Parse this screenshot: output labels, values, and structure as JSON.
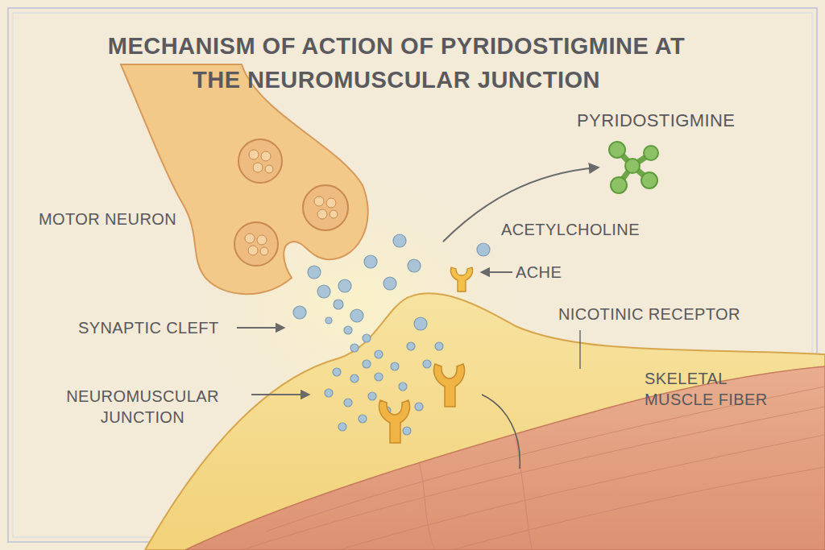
{
  "diagram": {
    "title": "MECHANISM OF ACTION OF PYRIDOSTIGMINE AT THE NEUROMUSCULAR JUNCTION",
    "labels": [
      "PYRIDOSTIGMINE",
      "MOTOR NEURON",
      "ACETYLCHOLINE",
      "ACHE",
      "NICOTINIC RECEPTOR",
      "SYNAPTIC CLEFT",
      "SKELETAL MUSCLE FIBER",
      "NEUROMUSCULAR JUNCTION"
    ]
  }
}
